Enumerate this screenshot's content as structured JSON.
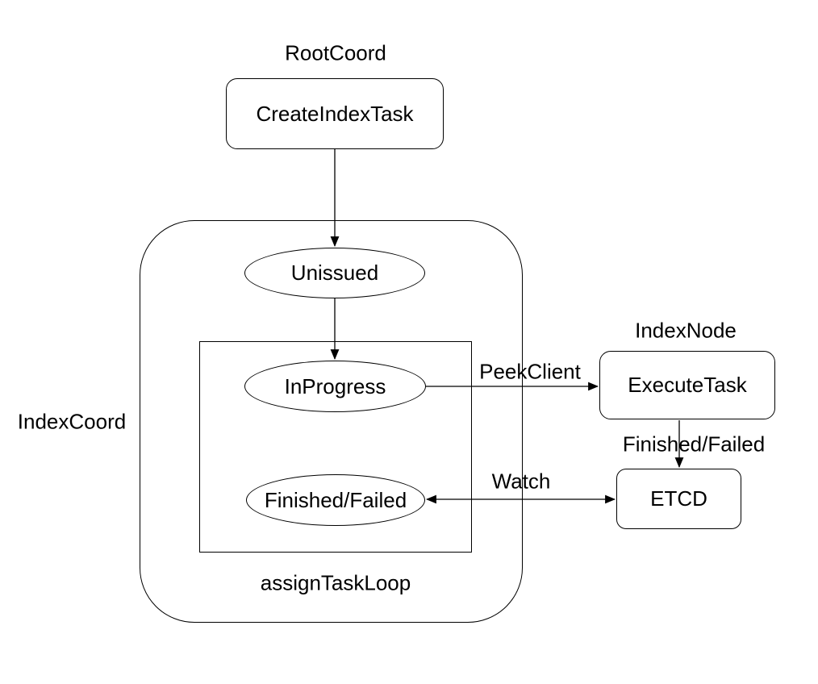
{
  "canvas": {
    "background": "#ffffff",
    "stroke_color": "#000000",
    "text_color": "#000000"
  },
  "labels": {
    "root_coord": "RootCoord",
    "index_coord": "IndexCoord",
    "index_node": "IndexNode",
    "assign_task_loop": "assignTaskLoop"
  },
  "nodes": {
    "create_index_task": "CreateIndexTask",
    "unissued": "Unissued",
    "in_progress": "InProgress",
    "finished_failed": "Finished/Failed",
    "execute_task": "ExecuteTask",
    "etcd": "ETCD"
  },
  "edge_labels": {
    "peek_client": "PeekClient",
    "finished_failed": "Finished/Failed",
    "watch": "Watch"
  }
}
